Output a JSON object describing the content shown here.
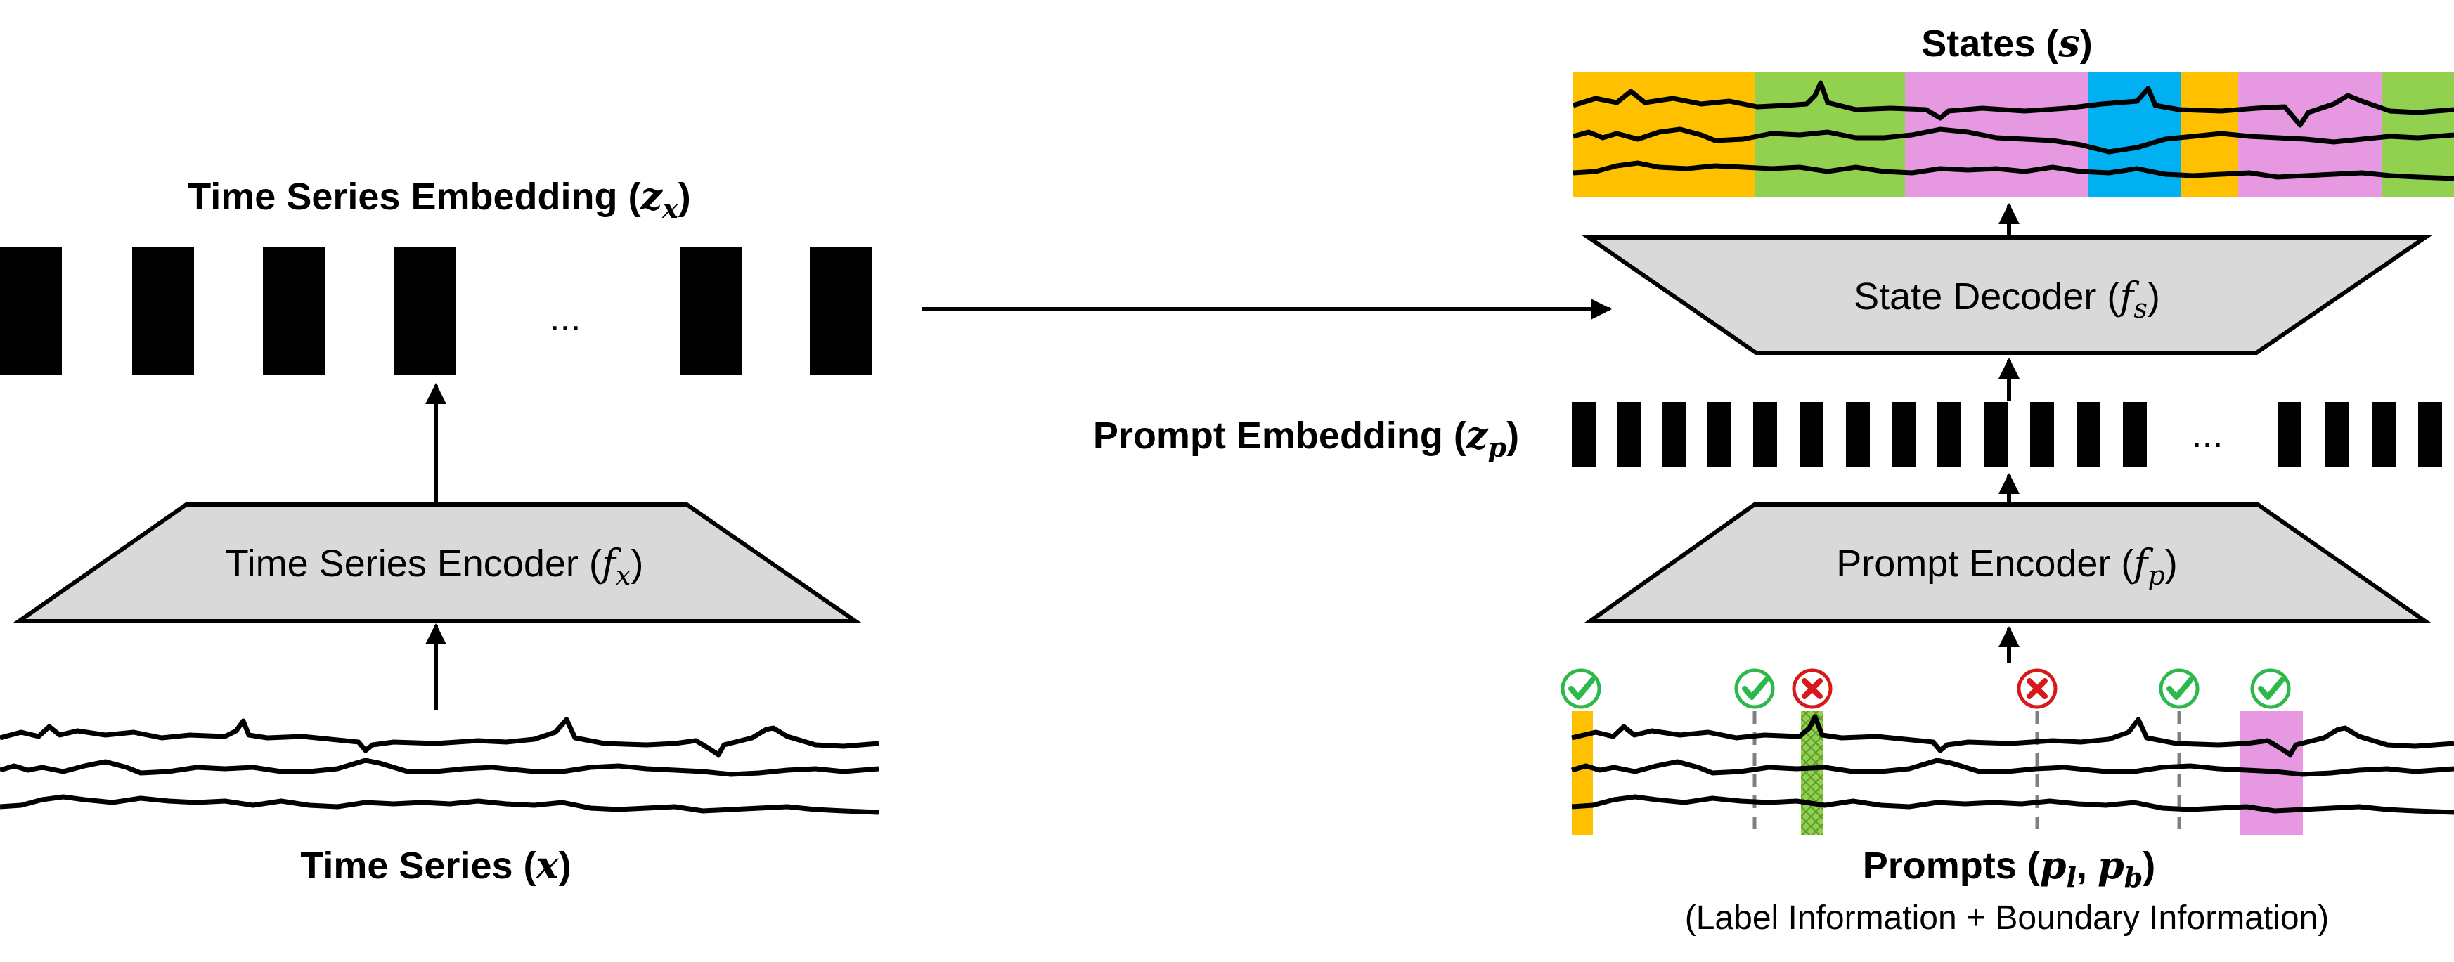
{
  "labels": {
    "ts_embedding": {
      "text": "Time Series Embedding (",
      "sym": "z",
      "sub": "x",
      "close": ")"
    },
    "ts_encoder": {
      "text": "Time Series Encoder (",
      "sym": "f",
      "sub": "x",
      "close": ")"
    },
    "time_series": {
      "text": "Time Series (",
      "sym": "x",
      "close": ")"
    },
    "states": {
      "text": "States (",
      "sym": "s",
      "close": ")"
    },
    "state_decoder": {
      "text": "State Decoder (",
      "sym": "f",
      "sub": "s",
      "close": ")"
    },
    "prompt_embedding": {
      "text": "Prompt Embedding (",
      "sym": "z",
      "sub": "p",
      "close": ")"
    },
    "prompt_encoder": {
      "text": "Prompt Encoder (",
      "sym": "f",
      "sub": "p",
      "close": ")"
    },
    "prompts": {
      "text": "Prompts (",
      "sym1": "p",
      "sub1": "l",
      "comma": ", ",
      "sym2": "p",
      "sub2": "b",
      "close": ")"
    },
    "prompts_caption": "(Label Information + Boundary Information)",
    "ellipsis_left": "...",
    "ellipsis_right": "..."
  },
  "colors": {
    "encoder_fill": "#d9d9d9",
    "orange": "#ffc000",
    "green": "#92d050",
    "pink": "#e699e0",
    "blue": "#00b0f0",
    "check": "#2db84b",
    "cross": "#d7191c",
    "dashed": "#7f7f7f"
  },
  "states_segments": [
    "orange",
    "green",
    "pink",
    "blue",
    "orange",
    "pink",
    "green"
  ],
  "prompt_marks": [
    "check",
    "check",
    "cross",
    "cross",
    "check",
    "check"
  ],
  "icons": {
    "check": "check-circle-icon",
    "cross": "cross-circle-icon"
  }
}
